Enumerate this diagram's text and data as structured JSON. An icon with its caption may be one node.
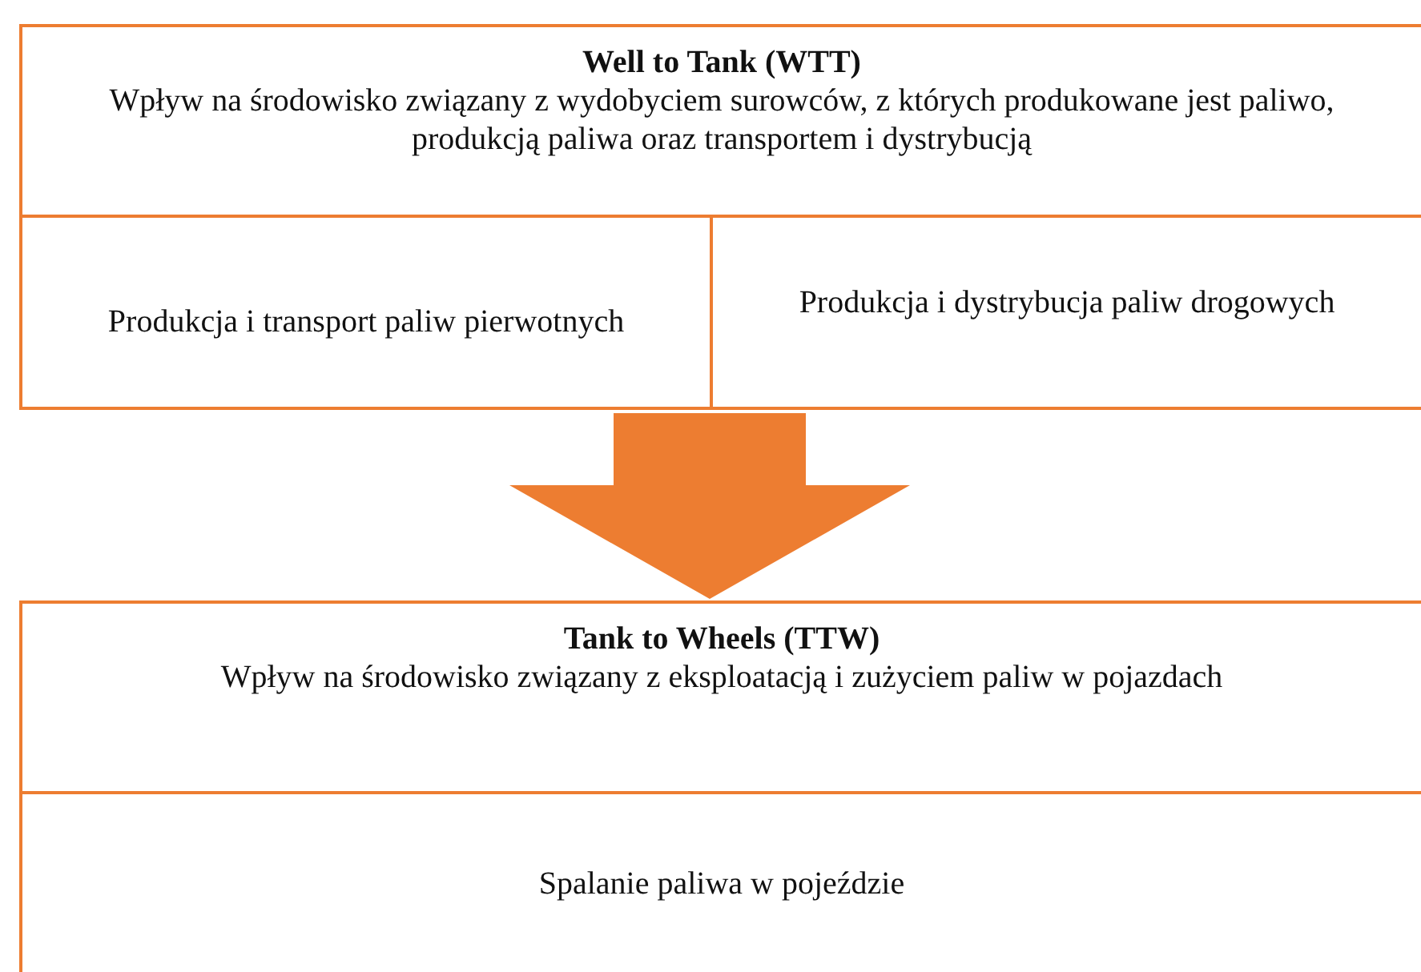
{
  "diagram": {
    "nodes": [
      {
        "text": [
          "Well to Tank (WTT)",
          "Wpływ na środowisko związany z wydobyciem surowców, z których produkowane jest paliwo, produkcją paliwa oraz transportem i dystrybucją"
        ]
      },
      {
        "text": [
          "Produkcja i transport paliw pierwotnych"
        ]
      },
      {
        "text": [
          "Produkcja i dystrybucja paliw drogowych"
        ]
      },
      {
        "text": [
          "Tank to Wheels (TTW)",
          "Wpływ na środowisko związany z eksploatacją i zużyciem paliw w pojazdach"
        ]
      },
      {
        "text": [
          "Spalanie paliwa w pojeździe"
        ]
      }
    ],
    "edges": [
      {
        "from": 1,
        "to": 3,
        "arrow": "to",
        "style": "thick"
      },
      {
        "from": 2,
        "to": 3,
        "arrow": "to",
        "style": "thick"
      }
    ]
  }
}
